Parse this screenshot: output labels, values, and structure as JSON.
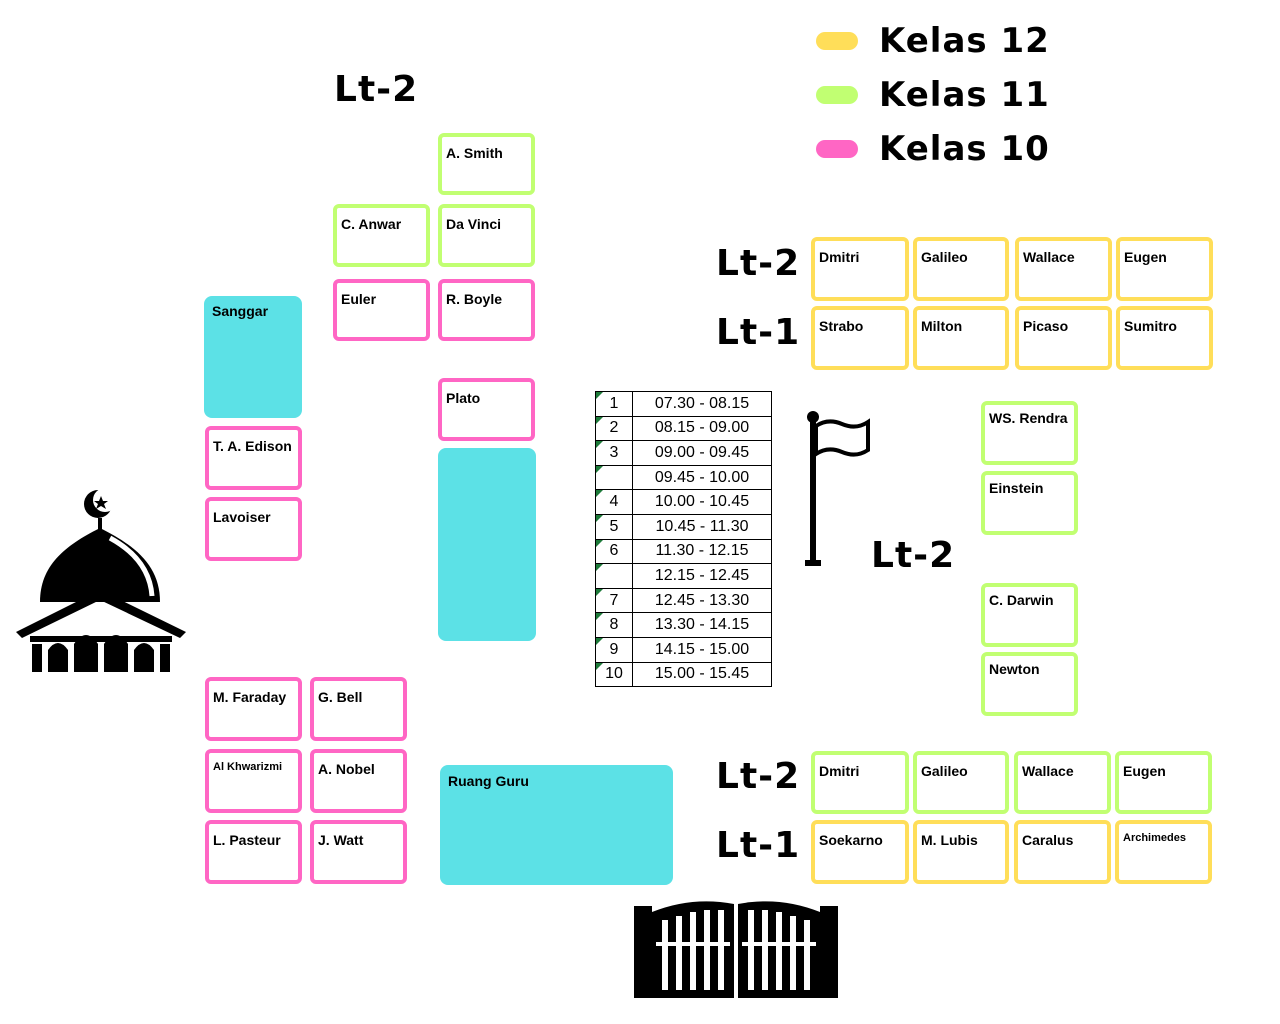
{
  "colors": {
    "kelas12": "#FFDE59",
    "kelas11": "#C1FF72",
    "kelas10": "#FF66C4",
    "facility": "#5CE1E6"
  },
  "legend": [
    {
      "label": "Kelas 12",
      "color": "#FFDE59"
    },
    {
      "label": "Kelas 11",
      "color": "#C1FF72"
    },
    {
      "label": "Kelas 10",
      "color": "#FF66C4"
    }
  ],
  "floors": {
    "left_top": "Lt-2",
    "right_top_upper": "Lt-2",
    "right_top_lower": "Lt-1",
    "center_right": "Lt-2",
    "right_bottom_upper": "Lt-2",
    "right_bottom_lower": "Lt-1"
  },
  "rooms": {
    "a_smith": "A. Smith",
    "c_anwar": "C. Anwar",
    "da_vinci": "Da Vinci",
    "euler": "Euler",
    "r_boyle": "R. Boyle",
    "plato": "Plato",
    "ta_edison": "T. A. Edison",
    "lavoiser": "Lavoiser",
    "m_faraday": "M. Faraday",
    "g_bell": "G. Bell",
    "al_khwarizmi": "Al Khwarizmi",
    "a_nobel": "A. Nobel",
    "l_pasteur": "L. Pasteur",
    "j_watt": "J. Watt",
    "top_lt2": [
      "Dmitri",
      "Galileo",
      "Wallace",
      "Eugen"
    ],
    "top_lt1": [
      "Strabo",
      "Milton",
      "Picaso",
      "Sumitro"
    ],
    "ws_rendra": "WS. Rendra",
    "einstein": "Einstein",
    "c_darwin": "C. Darwin",
    "newton": "Newton",
    "bottom_lt2": [
      "Dmitri",
      "Galileo",
      "Wallace",
      "Eugen"
    ],
    "bottom_lt1": [
      "Soekarno",
      "M. Lubis",
      "Caralus",
      "Archimedes"
    ]
  },
  "facilities": {
    "sanggar": "Sanggar",
    "ruang_guru": "Ruang Guru"
  },
  "schedule": [
    {
      "period": "1",
      "time": "07.30 - 08.15"
    },
    {
      "period": "2",
      "time": "08.15 - 09.00"
    },
    {
      "period": "3",
      "time": "09.00 - 09.45"
    },
    {
      "period": "",
      "time": "09.45 - 10.00"
    },
    {
      "period": "4",
      "time": "10.00 - 10.45"
    },
    {
      "period": "5",
      "time": "10.45 - 11.30"
    },
    {
      "period": "6",
      "time": "11.30 - 12.15"
    },
    {
      "period": "",
      "time": "12.15 - 12.45"
    },
    {
      "period": "7",
      "time": "12.45 - 13.30"
    },
    {
      "period": "8",
      "time": "13.30 - 14.15"
    },
    {
      "period": "9",
      "time": "14.15 - 15.00"
    },
    {
      "period": "10",
      "time": "15.00 - 15.45"
    }
  ],
  "icons": [
    "mosque-icon",
    "flag-icon",
    "gate-icon"
  ]
}
